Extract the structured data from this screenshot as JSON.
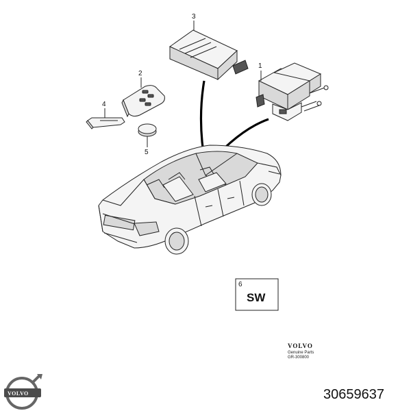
{
  "callouts": {
    "c1": "1",
    "c2": "2",
    "c3": "3",
    "c4": "4",
    "c5": "5",
    "c6": "6"
  },
  "sw_box": {
    "label": "SW"
  },
  "brand_block": {
    "brand": "VOLVO",
    "line1": "Genuine Parts",
    "line2": "GR-300800"
  },
  "logo": {
    "word": "VOLVO"
  },
  "part_number": "30659637"
}
